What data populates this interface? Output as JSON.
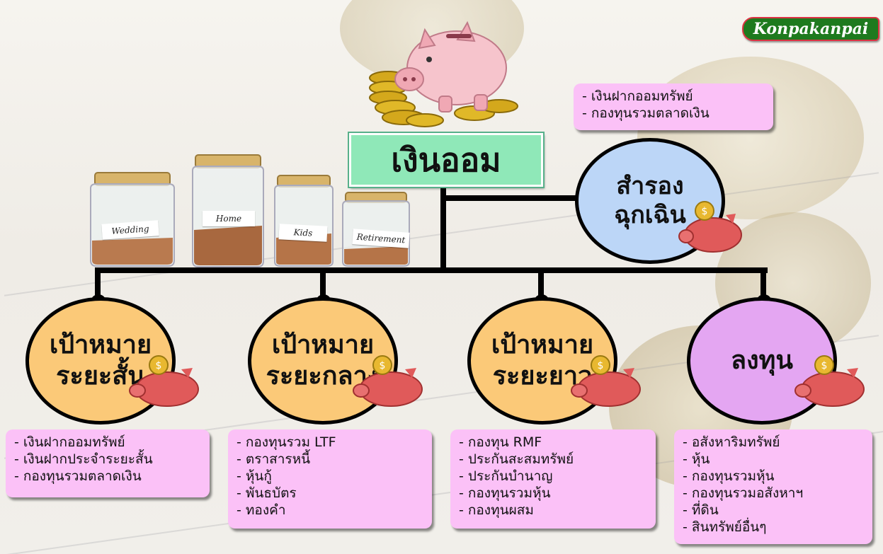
{
  "logo": {
    "text": "Konpakanpai"
  },
  "root": {
    "label": "เงินออม"
  },
  "emergency": {
    "lines": [
      "สำรอง",
      "ฉุกเฉิน"
    ],
    "items": [
      "- เงินฝากออมทรัพย์",
      "- กองทุนรวมตลาดเงิน"
    ]
  },
  "jars": [
    {
      "label": "Wedding"
    },
    {
      "label": "Home"
    },
    {
      "label": "Kids"
    },
    {
      "label": "Retirement"
    }
  ],
  "goals": [
    {
      "lines": [
        "เป้าหมาย",
        "ระยะสั้น"
      ],
      "items": [
        "- เงินฝากออมทรัพย์",
        "- เงินฝากประจำระยะสั้น",
        "- กองทุนรวมตลาดเงิน"
      ]
    },
    {
      "lines": [
        "เป้าหมาย",
        "ระยะกลาง"
      ],
      "items": [
        "- กองทุนรวม LTF",
        "- ตราสารหนี้",
        "- หุ้นกู้",
        "- พันธบัตร",
        "- ทองคำ"
      ]
    },
    {
      "lines": [
        "เป้าหมาย",
        "ระยะยาว"
      ],
      "items": [
        "- กองทุน RMF",
        "- ประกันสะสมทรัพย์",
        "- ประกันบำนาญ",
        "- กองทุนรวมหุ้น",
        "- กองทุนผสม"
      ]
    },
    {
      "lines": [
        "ลงทุน"
      ],
      "items": [
        "- อสังหาริมทรัพย์",
        "- หุ้น",
        "- กองทุนรวมหุ้น",
        "- กองทุนรวมอสังหาฯ",
        "- ที่ดิน",
        "- สินทรัพย์อื่นๆ"
      ]
    }
  ],
  "colors": {
    "root_box": "#8fe8b8",
    "goal_circle": "#fbc978",
    "invest_circle": "#e4a6f2",
    "emergency_circle": "#bcd6f7",
    "list_box": "#fbc1f7",
    "connector": "#000000"
  },
  "icons": [
    "piggy-bank-icon",
    "coin-stack-icon",
    "savings-jar-icon"
  ]
}
